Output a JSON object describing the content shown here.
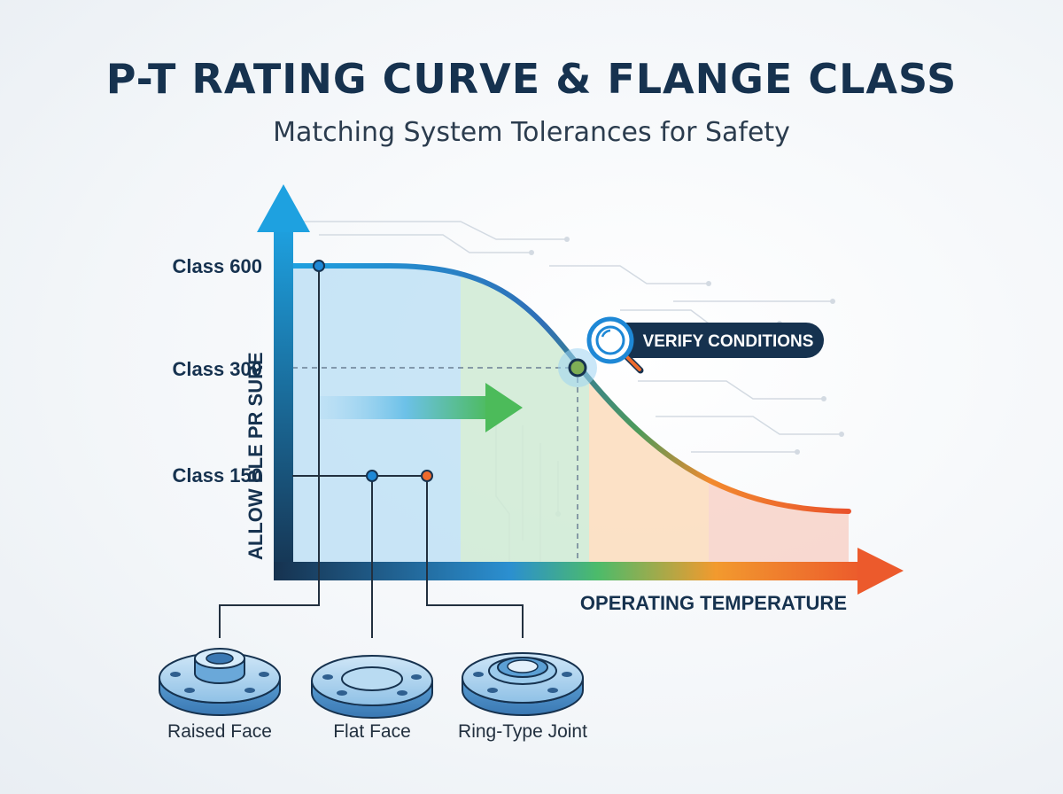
{
  "header": {
    "title": "P-T RATING CURVE & FLANGE CLASS",
    "subtitle": "Matching System Tolerances for Safety"
  },
  "diagram": {
    "y_axis_label": "ALLOW BLE PR SURE",
    "x_axis_label": "OPERATING TEMPERATURE",
    "pressure_classes": [
      {
        "label": "Class 600"
      },
      {
        "label": "Class 300"
      },
      {
        "label": "Class 150"
      }
    ],
    "callout": {
      "label": "VERIFY CONDITIONS",
      "icon": "magnifier-icon"
    },
    "zone_colors": [
      "#bfe0f4",
      "#cfead3",
      "#fbdcbc",
      "#f8d2c8"
    ],
    "curve_gradient": [
      "#1ea1e0",
      "#2f6fb6",
      "#f27a2e",
      "#e9522c"
    ],
    "flanges": [
      {
        "label": "Raised Face",
        "marker_color": "#1e88d6"
      },
      {
        "label": "Flat Face",
        "marker_color": "#1e88d6"
      },
      {
        "label": "Ring-Type Joint",
        "marker_color": "#ef6a2c"
      }
    ]
  }
}
